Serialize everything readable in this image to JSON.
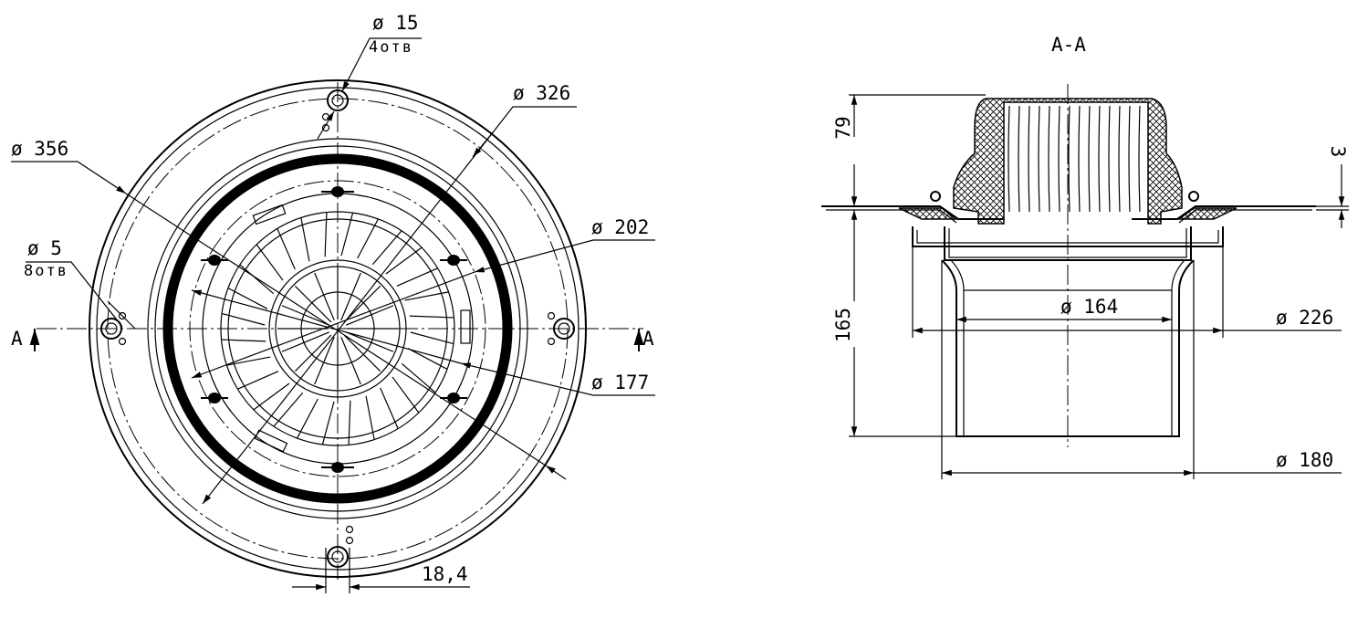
{
  "plan_view": {
    "d15_label": "ø 15",
    "holes4_label": "4отв",
    "d326_label": "ø 326",
    "d356_label": "ø 356",
    "d5_label": "ø 5",
    "holes8_label": "8отв",
    "d202_label": "ø 202",
    "d177_label": "ø 177",
    "dim_18_4_label": "18,4",
    "section_mark_left": "A",
    "section_mark_right": "A"
  },
  "section_view": {
    "title": "A-A",
    "dim_79_label": "79",
    "dim_165_label": "165",
    "dim_3_label": "3",
    "d164_label": "ø 164",
    "d226_label": "ø 226",
    "d180_label": "ø 180"
  }
}
